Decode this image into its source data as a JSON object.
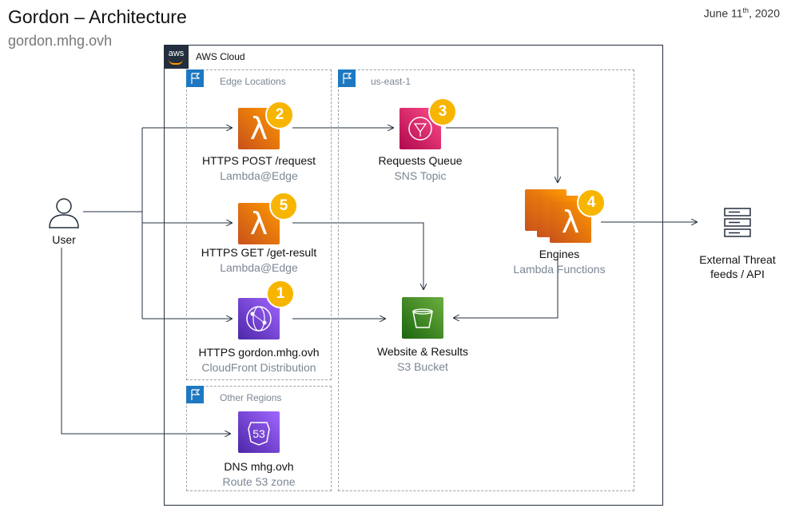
{
  "header": {
    "title": "Gordon – Architecture",
    "subtitle": "gordon.mhg.ovh",
    "date_main": "June 11",
    "date_sup": "th",
    "date_year": ", 2020"
  },
  "cloud": {
    "badge": "aws",
    "label": "AWS Cloud"
  },
  "groups": {
    "edge": "Edge Locations",
    "region": "us-east-1",
    "other": "Other Regions"
  },
  "user": {
    "label": "User"
  },
  "nodes": {
    "post": {
      "step": "2",
      "label": "HTTPS POST /request",
      "sub": "Lambda@Edge"
    },
    "get": {
      "step": "5",
      "label": "HTTPS GET /get-result",
      "sub": "Lambda@Edge"
    },
    "cf": {
      "step": "1",
      "label": "HTTPS gordon.mhg.ovh",
      "sub": "CloudFront Distribution"
    },
    "dns": {
      "label": "DNS mhg.ovh",
      "sub": "Route 53 zone"
    },
    "queue": {
      "step": "3",
      "label": "Requests Queue",
      "sub": "SNS Topic"
    },
    "engines": {
      "step": "4",
      "label": "Engines",
      "sub": "Lambda Functions"
    },
    "s3": {
      "label": "Website & Results",
      "sub": "S3 Bucket"
    },
    "external": {
      "label1": "External Threat",
      "label2": "feeds / API"
    }
  },
  "colors": {
    "lambda": "#ff9900",
    "sns": "#e7157b",
    "cloudfront": "#8c4fff",
    "s3": "#3f8624",
    "badge": "#f7b500",
    "group_flag": "#1d78c1"
  }
}
